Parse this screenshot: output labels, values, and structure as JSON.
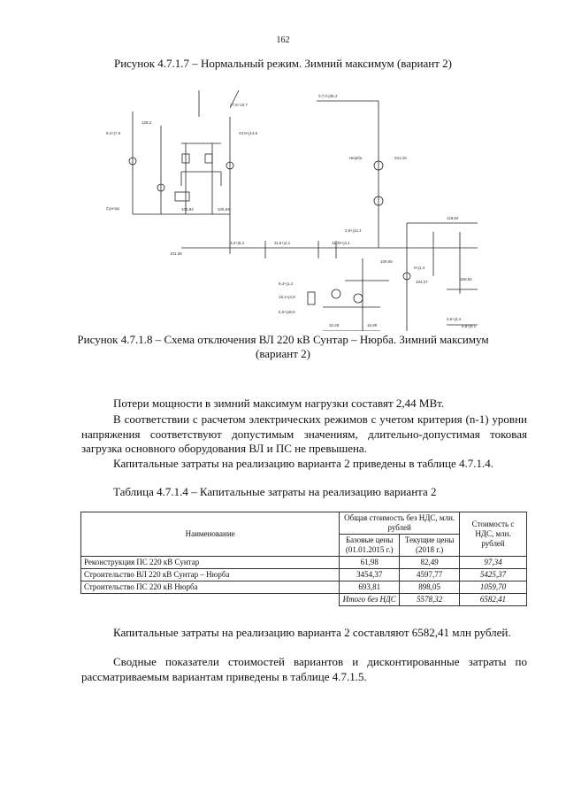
{
  "page_number": "162",
  "caption_top": "Рисунок 4.7.1.7 – Нормальный режим. Зимний максимум (вариант 2)",
  "figure_caption_line1": "Рисунок 4.7.1.8 – Схема отключения ВЛ 220 кВ Сунтар – Нюрба. Зимний максимум",
  "figure_caption_line2": "(вариант 2)",
  "diagram_labels": {
    "suntar": "Сунтар",
    "nyurba": "Нюрба",
    "ugp_val": "159,82",
    "top_a": "27,5÷10,7",
    "top_b": "0,7,0-j38,4",
    "left_a": "9,4+j7,8",
    "left_b": "128,2",
    "mid_a": "23,9+j14,5",
    "bus1": "106,84",
    "bus2": "105,94",
    "right_bus": "106,55",
    "right_top": "119,82",
    "right_val": "231,15",
    "bottom_a": "32,28",
    "bottom_b": "16,99",
    "node_left": "101,36",
    "line_a": "3,2+j6,2",
    "line_b": "11,5+j4,1",
    "line_c": "11,25+j4,1",
    "line_d": "2,8+j12,4",
    "small_a": "8,4+j1,4",
    "small_b": "16,4+j4,9",
    "small_c": "6,0+j18,5",
    "right_low_a": "3,6+j4,4",
    "right_low_b": "6,8+j0,1",
    "right_low_c": "104,27",
    "right_low_d": "0+j1,4"
  },
  "para1": "Потери мощности в зимний максимум нагрузки составят 2,44 МВт.",
  "para2": "В соответствии с расчетом электрических режимов с учетом критерия (n-1) уровни напряжения соответствуют допустимым значениям, длительно-допустимая токовая загрузка основного оборудования ВЛ и ПС не превышена.",
  "para3": "Капитальные затраты на реализацию варианта 2 приведены в таблице 4.7.1.4.",
  "table_title": "Таблица 4.7.1.4 – Капитальные затраты на реализацию варианта 2",
  "table": {
    "h_name": "Наименование",
    "h_total": "Общая стоимость без НДС, млн. рублей",
    "h_base": "Базовые цены (01.01.2015 г.)",
    "h_current": "Текущие цены (2018 г.)",
    "h_cost": "Стоимость с НДС, млн. рублей",
    "rows": [
      {
        "name": "Реконструкция ПС 220 кВ Сунтар",
        "base": "61,98",
        "current": "82,49",
        "vat": "97,34"
      },
      {
        "name": "Строительство ВЛ 220 кВ Сунтар – Нюрба",
        "base": "3454,37",
        "current": "4597,77",
        "vat": "5425,37"
      },
      {
        "name": "Строительство ПС 220 кВ Нюрба",
        "base": "693,81",
        "current": "898,05",
        "vat": "1059,70"
      }
    ],
    "total_label": "Итого без НДС",
    "total_current": "5578,32",
    "total_vat": "6582,41"
  },
  "para4": "Капитальные затраты на реализацию варианта 2 составляют 6582,41 млн рублей.",
  "para5": "Сводные показатели стоимостей вариантов и дисконтированные затраты по рассматриваемым вариантам приведены в таблице 4.7.1.5."
}
